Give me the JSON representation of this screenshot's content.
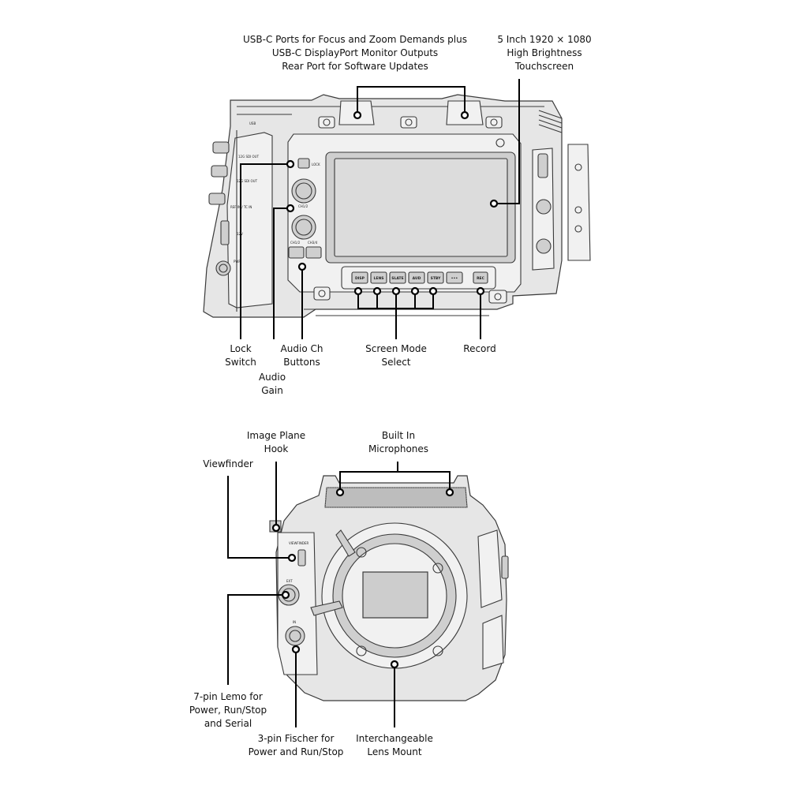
{
  "callouts": {
    "usb_c_ports": "USB-C Ports for Focus and Zoom Demands plus\nUSB-C DisplayPort Monitor Outputs\nRear Port for Software Updates",
    "touchscreen": "5 Inch 1920 × 1080\nHigh Brightness\nTouchscreen",
    "lock_switch": "Lock\nSwitch",
    "audio_ch_buttons": "Audio Ch\nButtons",
    "audio_gain": "Audio\nGain",
    "screen_mode_select": "Screen Mode\nSelect",
    "record": "Record",
    "image_plane_hook": "Image Plane\nHook",
    "built_in_microphones": "Built In\nMicrophones",
    "viewfinder": "Viewfinder",
    "lemo_7pin": "7-pin Lemo for\nPower, Run/Stop\nand Serial",
    "fischer_3pin": "3-pin Fischer for\nPower and Run/Stop",
    "lens_mount": "Interchangeable\nLens Mount"
  },
  "rear_panel": {
    "buttons": [
      "DISP",
      "LENS",
      "SLATE",
      "AUD",
      "STBY",
      "•••"
    ],
    "rec_button": "REC",
    "lock_label": "LOCK",
    "ch12_label": "CH1/2",
    "ch34_label": "CH3/4",
    "side_labels": [
      "USB",
      "12G SDI OUT",
      "12G SDI OUT",
      "REF IN / TC IN",
      "12V",
      "PWR"
    ]
  },
  "front_panel": {
    "viewfinder_label": "VIEWFINDER",
    "ext_label": "EXT",
    "in_label": "IN"
  }
}
